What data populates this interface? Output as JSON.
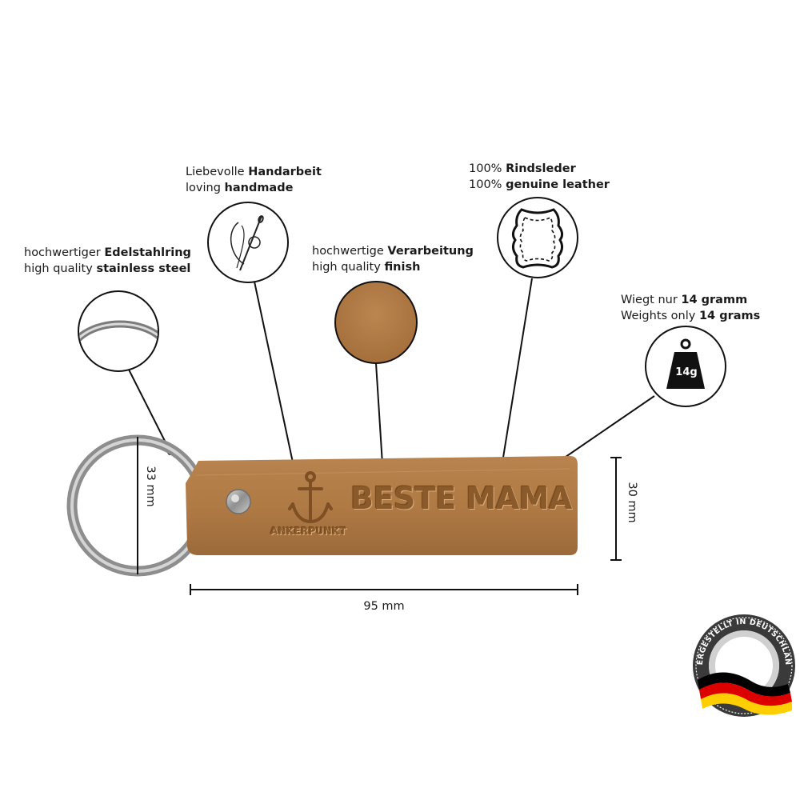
{
  "captions": {
    "handmade": {
      "line1_prefix": "Liebevolle ",
      "line1_bold": "Handarbeit",
      "line2_prefix": "loving ",
      "line2_bold": "handmade"
    },
    "leather": {
      "line1_prefix": "100% ",
      "line1_bold": "Rindsleder",
      "line2_prefix": "100% ",
      "line2_bold": "genuine leather"
    },
    "ring": {
      "line1_prefix": "hochwertiger ",
      "line1_bold": "Edelstahlring",
      "line2_prefix": "high quality ",
      "line2_bold": "stainless steel"
    },
    "finish": {
      "line1_prefix": "hochwertige ",
      "line1_bold": "Verarbeitung",
      "line2_prefix": "high quality ",
      "line2_bold": "finish"
    },
    "weight": {
      "line1_prefix": "Wiegt nur ",
      "line1_bold": "14 gramm",
      "line2_prefix": "Weights only ",
      "line2_bold": "14 grams"
    }
  },
  "weight_icon_label": "14g",
  "product": {
    "engraving": "BESTE MAMA",
    "brand": "ANKERPUNKT"
  },
  "dimensions": {
    "ring_height": "33 mm",
    "tag_height": "30 mm",
    "tag_length": "95 mm"
  },
  "badge": {
    "text": "HERGESTELLT IN DEUTSCHLAND",
    "flag_colors": [
      "#000000",
      "#dd0000",
      "#ffce00"
    ]
  },
  "colors": {
    "leather": "#b07a45",
    "leather_dark": "#8a5a2a",
    "steel": "#a9a9a9"
  }
}
